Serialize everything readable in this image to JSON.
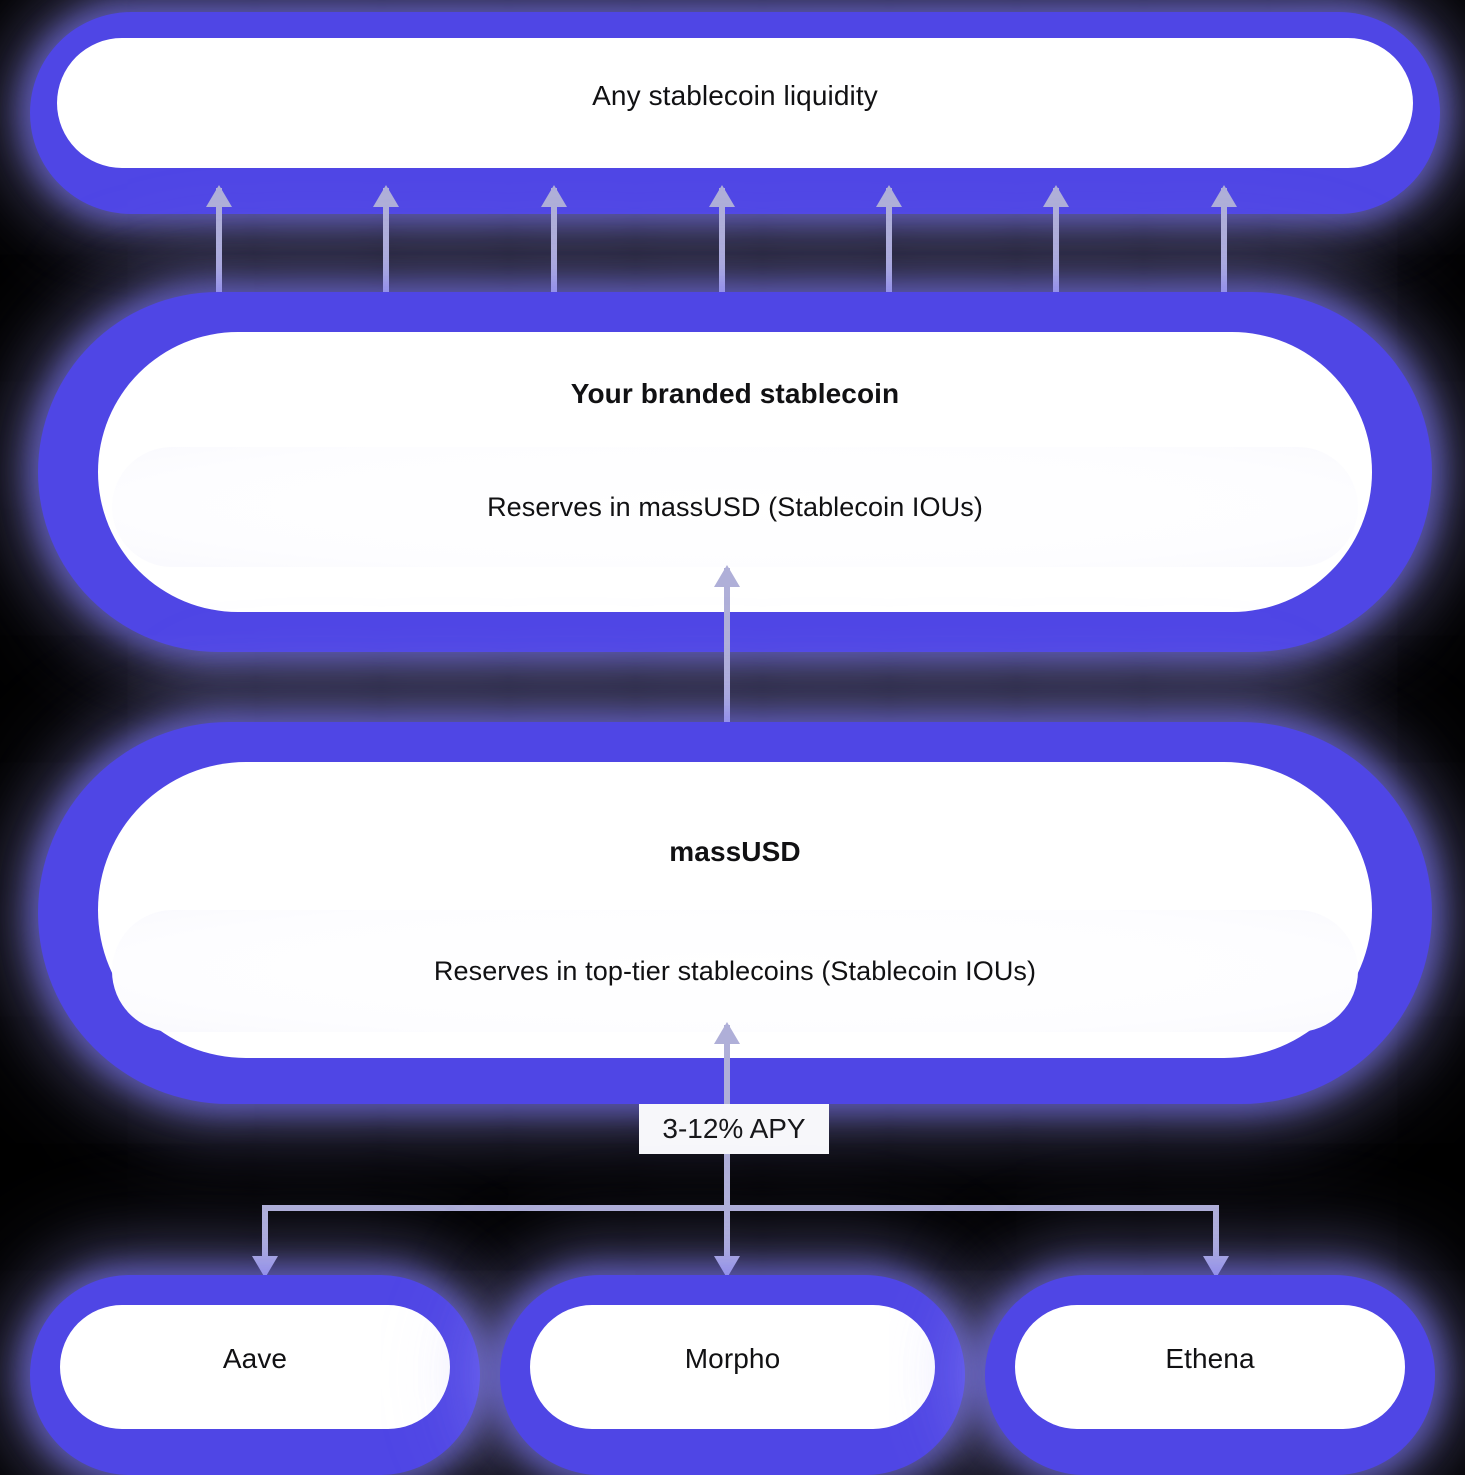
{
  "diagram": {
    "title": "Branded stablecoin / massUSD reserve stack",
    "accent_color": "#4F46E5",
    "connector_color": "#AFAFD8",
    "background_color": "#000000",
    "nodes": {
      "top": {
        "label": "Any stablecoin liquidity"
      },
      "branded": {
        "title": "Your branded stablecoin",
        "reserve_label": "Reserves in massUSD (Stablecoin IOUs)"
      },
      "massusd": {
        "title": "massUSD",
        "reserve_label": "Reserves in top-tier stablecoins (Stablecoin IOUs)"
      },
      "venues": [
        {
          "label": "Aave"
        },
        {
          "label": "Morpho"
        },
        {
          "label": "Ethena"
        }
      ]
    },
    "edges": {
      "apy_label": "3-12% APY"
    }
  }
}
